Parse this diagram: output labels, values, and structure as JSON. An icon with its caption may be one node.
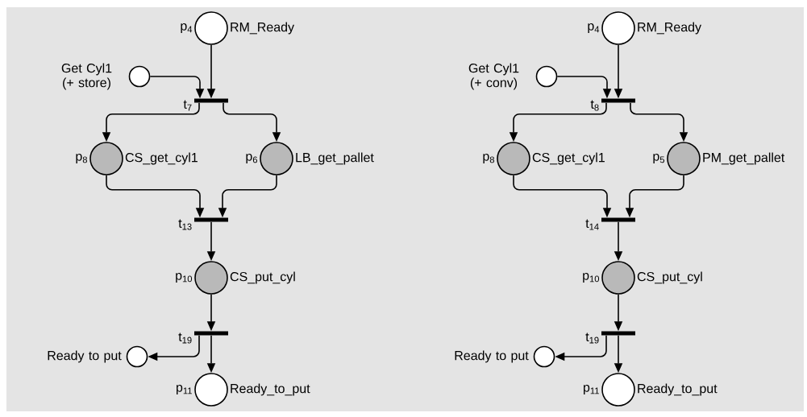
{
  "diagram": {
    "nodes": [
      {
        "text": [],
        "shape": "circle",
        "beside": [
          "p$_{4}$",
          "RM_Ready"
        ]
      },
      {
        "text": [],
        "shape": "circle",
        "beside": [
          "Get Cyl1 (+ store)"
        ]
      },
      {
        "text": [],
        "shape": "bar",
        "beside": [
          "t$_{7}$"
        ]
      },
      {
        "text": [],
        "shape": "circle",
        "beside": [
          "p$_{8}$",
          "CS_get_cyl1"
        ]
      },
      {
        "text": [],
        "shape": "circle",
        "beside": [
          "p$_{6}$",
          "LB_get_pallet"
        ]
      },
      {
        "text": [],
        "shape": "bar",
        "beside": [
          "t$_{13}$"
        ]
      },
      {
        "text": [],
        "shape": "circle",
        "beside": [
          "p$_{10}$",
          "CS_put_cyl"
        ]
      },
      {
        "text": [],
        "shape": "bar",
        "beside": [
          "t$_{19}$"
        ]
      },
      {
        "text": [],
        "shape": "circle",
        "beside": [
          "Ready to put"
        ]
      },
      {
        "text": [],
        "shape": "circle",
        "beside": [
          "p$_{11}$",
          "Ready_to_put"
        ]
      },
      {
        "text": [],
        "shape": "circle",
        "beside": [
          "p$_{4}$",
          "RM_Ready"
        ]
      },
      {
        "text": [],
        "shape": "circle",
        "beside": [
          "Get Cyl1 (+ conv)"
        ]
      },
      {
        "text": [],
        "shape": "bar",
        "beside": [
          "t$_{8}$"
        ]
      },
      {
        "text": [],
        "shape": "circle",
        "beside": [
          "p$_{8}$",
          "CS_get_cyl1"
        ]
      },
      {
        "text": [],
        "shape": "circle",
        "beside": [
          "p$_{5}$",
          "PM_get_pallet"
        ]
      },
      {
        "text": [],
        "shape": "bar",
        "beside": [
          "t$_{14}$"
        ]
      },
      {
        "text": [],
        "shape": "circle",
        "beside": [
          "p$_{10}$",
          "CS_put_cyl"
        ]
      },
      {
        "text": [],
        "shape": "bar",
        "beside": [
          "t$_{19}$"
        ]
      },
      {
        "text": [],
        "shape": "circle",
        "beside": [
          "Ready to put"
        ]
      },
      {
        "text": [],
        "shape": "circle",
        "beside": [
          "p$_{11}$",
          "Ready_to_put"
        ]
      }
    ],
    "edges": [
      {
        "from": 0,
        "to": 2,
        "arrow": "to"
      },
      {
        "from": 1,
        "to": 2,
        "arrow": "to"
      },
      {
        "from": 2,
        "to": 3,
        "arrow": "to"
      },
      {
        "from": 2,
        "to": 4,
        "arrow": "to"
      },
      {
        "from": 3,
        "to": 5,
        "arrow": "to"
      },
      {
        "from": 4,
        "to": 5,
        "arrow": "to"
      },
      {
        "from": 5,
        "to": 6,
        "arrow": "to"
      },
      {
        "from": 6,
        "to": 7,
        "arrow": "to"
      },
      {
        "from": 7,
        "to": 8,
        "arrow": "to"
      },
      {
        "from": 7,
        "to": 9,
        "arrow": "to"
      },
      {
        "from": 10,
        "to": 12,
        "arrow": "to"
      },
      {
        "from": 11,
        "to": 12,
        "arrow": "to"
      },
      {
        "from": 12,
        "to": 13,
        "arrow": "to"
      },
      {
        "from": 12,
        "to": 14,
        "arrow": "to"
      },
      {
        "from": 13,
        "to": 15,
        "arrow": "to"
      },
      {
        "from": 14,
        "to": 15,
        "arrow": "to"
      },
      {
        "from": 15,
        "to": 16,
        "arrow": "to"
      },
      {
        "from": 16,
        "to": 17,
        "arrow": "to"
      },
      {
        "from": 17,
        "to": 18,
        "arrow": "to"
      },
      {
        "from": 17,
        "to": 19,
        "arrow": "to"
      }
    ]
  }
}
